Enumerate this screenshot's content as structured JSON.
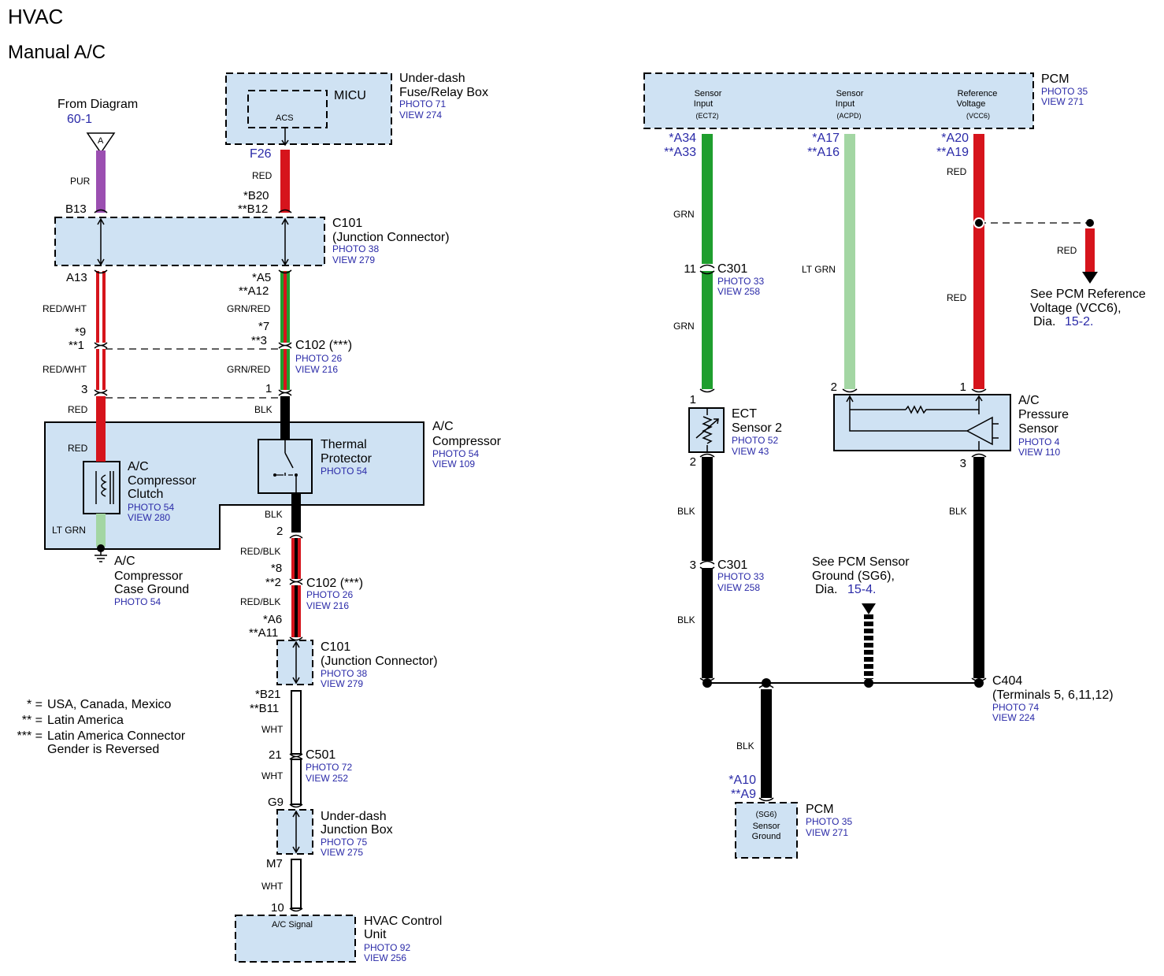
{
  "title": "HVAC",
  "subtitle": "Manual A/C",
  "colors": {
    "box_fill": "#cfe2f3",
    "reference_text": "#2a2aa8",
    "wire_red": "#d6141c",
    "wire_green": "#1f9e2e",
    "wire_lt_green": "#a3d6a3",
    "wire_purple": "#9b4fb1",
    "wire_black": "#000000",
    "wire_white": "#ffffff"
  },
  "left": {
    "from_diagram": {
      "label": "From Diagram",
      "ref": "60-1",
      "connector_letter": "A"
    },
    "underdash_fuse_box": {
      "micu": "MICU",
      "acs": "ACS",
      "title_line1": "Under-dash",
      "title_line2": "Fuse/Relay Box",
      "photo": "PHOTO 71",
      "view": "VIEW 274",
      "pin": "F26"
    },
    "c101_top": {
      "name": "C101",
      "desc": "(Junction Connector)",
      "photo": "PHOTO 38",
      "view": "VIEW 279"
    },
    "c102_top": {
      "name": "C102 (***)",
      "photo": "PHOTO 26",
      "view": "VIEW 216"
    },
    "ac_compressor": {
      "line1": "A/C",
      "line2": "Compressor",
      "photo": "PHOTO 54",
      "view": "VIEW 109"
    },
    "thermal_protector": {
      "line1": "Thermal",
      "line2": "Protector",
      "photo": "PHOTO 54"
    },
    "compressor_clutch": {
      "line1": "A/C",
      "line2": "Compressor",
      "line3": "Clutch",
      "photo": "PHOTO 54",
      "view": "VIEW 280"
    },
    "case_ground": {
      "line1": "A/C",
      "line2": "Compressor",
      "line3": "Case Ground",
      "photo": "PHOTO 54"
    },
    "c102_bottom": {
      "name": "C102 (***)",
      "photo": "PHOTO 26",
      "view": "VIEW 216"
    },
    "c101_bottom": {
      "name": "C101",
      "desc": "(Junction Connector)",
      "photo": "PHOTO 38",
      "view": "VIEW 279"
    },
    "c501": {
      "name": "C501",
      "photo": "PHOTO 72",
      "view": "VIEW 252"
    },
    "underdash_junction": {
      "line1": "Under-dash",
      "line2": "Junction Box",
      "photo": "PHOTO 75",
      "view": "VIEW 275"
    },
    "hvac_control": {
      "signal": "A/C Signal",
      "line1": "HVAC Control",
      "line2": "Unit",
      "photo": "PHOTO 92",
      "view": "VIEW 256"
    },
    "wires": {
      "pur": "PUR",
      "red": "RED",
      "red_wht": "RED/WHT",
      "grn_red": "GRN/RED",
      "blk": "BLK",
      "lt_grn": "LT GRN",
      "red_blk": "RED/BLK",
      "wht": "WHT"
    },
    "pins": {
      "b13": "B13",
      "b20": "*B20",
      "b12": "**B12",
      "a13": "A13",
      "a5": "*A5",
      "a12": "**A12",
      "p9": "*9",
      "p1s": "**1",
      "p7": "*7",
      "p3s": "**3",
      "p3": "3",
      "p1": "1",
      "p2": "2",
      "p8": "*8",
      "p2s": "**2",
      "a6": "*A6",
      "a11": "**A11",
      "b21": "*B21",
      "b11": "**B11",
      "p21": "21",
      "g9": "G9",
      "m7": "M7",
      "p10": "10"
    }
  },
  "legend": [
    {
      "key": "* =",
      "text": "USA, Canada, Mexico"
    },
    {
      "key": "** =",
      "text": "Latin America"
    },
    {
      "key": "*** =",
      "text": "Latin America Connector"
    },
    {
      "key": "",
      "text": "Gender is Reversed"
    }
  ],
  "right": {
    "pcm_top": {
      "title": "PCM",
      "photo": "PHOTO 35",
      "view": "VIEW 271",
      "s1_l1": "Sensor",
      "s1_l2": "Input",
      "s1_l3": "(ECT2)",
      "s2_l1": "Sensor",
      "s2_l2": "Input",
      "s2_l3": "(ACPD)",
      "s3_l1": "Reference",
      "s3_l2": "Voltage",
      "s3_l3": "(VCC6)"
    },
    "pins": {
      "a34": "*A34",
      "a33": "**A33",
      "a17": "*A17",
      "a16": "**A16",
      "a20": "*A20",
      "a19": "**A19",
      "p11": "11",
      "p1a": "1",
      "p2a": "2",
      "p3a": "3",
      "p2b": "2",
      "p1b": "1",
      "p3b": "3",
      "a10": "*A10",
      "a9": "**A9"
    },
    "wires": {
      "grn": "GRN",
      "lt_grn": "LT GRN",
      "red": "RED",
      "blk": "BLK"
    },
    "c301_top": {
      "name": "C301",
      "photo": "PHOTO 33",
      "view": "VIEW 258"
    },
    "c301_bottom": {
      "name": "C301",
      "photo": "PHOTO 33",
      "view": "VIEW 258"
    },
    "ect_sensor": {
      "line1": "ECT",
      "line2": "Sensor 2",
      "photo": "PHOTO 52",
      "view": "VIEW 43"
    },
    "ac_pressure": {
      "line1": "A/C",
      "line2": "Pressure",
      "line3": "Sensor",
      "photo": "PHOTO 4",
      "view": "VIEW 110"
    },
    "vcc6_note": {
      "line1": "See PCM Reference",
      "line2": "Voltage (VCC6),",
      "dia": "Dia.",
      "ref": "15-2."
    },
    "sg6_note": {
      "line1": "See PCM Sensor",
      "line2": "Ground (SG6),",
      "dia": "Dia.",
      "ref": "15-4."
    },
    "c404": {
      "name": "C404",
      "desc": "(Terminals 5, 6,11,12)",
      "photo": "PHOTO 74",
      "view": "VIEW 224"
    },
    "pcm_bottom": {
      "sg6": "(SG6)",
      "sensor": "Sensor",
      "ground": "Ground",
      "title": "PCM",
      "photo": "PHOTO 35",
      "view": "VIEW 271"
    }
  }
}
